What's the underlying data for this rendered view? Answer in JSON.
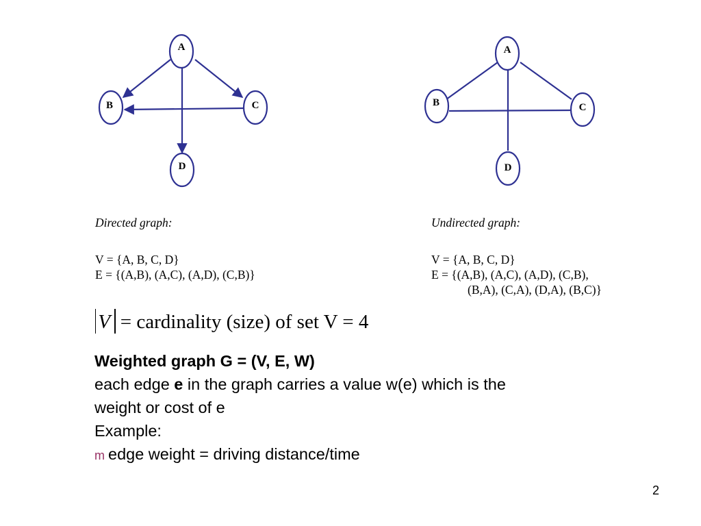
{
  "colors": {
    "graph_stroke": "#2E3192",
    "bullet": "#993366",
    "text": "#000000",
    "background": "#ffffff"
  },
  "directed_graph": {
    "node_labels": {
      "A": "A",
      "B": "B",
      "C": "C",
      "D": "D"
    },
    "edges": [
      [
        "A",
        "B"
      ],
      [
        "A",
        "C"
      ],
      [
        "A",
        "D"
      ],
      [
        "C",
        "B"
      ]
    ],
    "caption": "Directed graph:",
    "v_line": "V = {A, B, C, D}",
    "e_line": "E = {(A,B), (A,C), (A,D), (C,B)}"
  },
  "undirected_graph": {
    "node_labels": {
      "A": "A",
      "B": "B",
      "C": "C",
      "D": "D"
    },
    "edges": [
      [
        "A",
        "B"
      ],
      [
        "A",
        "C"
      ],
      [
        "A",
        "D"
      ],
      [
        "B",
        "C"
      ]
    ],
    "caption": "Undirected graph:",
    "v_line": "V = {A, B, C, D}",
    "e_line_1": "E = {(A,B), (A,C), (A,D), (C,B),",
    "e_line_2": "(B,A), (C,A), (D,A), (B,C)}"
  },
  "formula": {
    "variable": "V",
    "text": "= cardinality (size) of  set V = 4"
  },
  "weighted": {
    "title": "Weighted graph G = (V, E, W)",
    "line1_pre": "each edge ",
    "line1_bold": "e",
    "line1_post": " in the graph carries a value w(e) which is the",
    "line2": "weight or cost of e",
    "example": "Example:",
    "bullet_icon": "m-bullet-icon",
    "bullet_glyph": "m",
    "bullet_text": "edge weight = driving distance/time"
  },
  "page_number": "2"
}
